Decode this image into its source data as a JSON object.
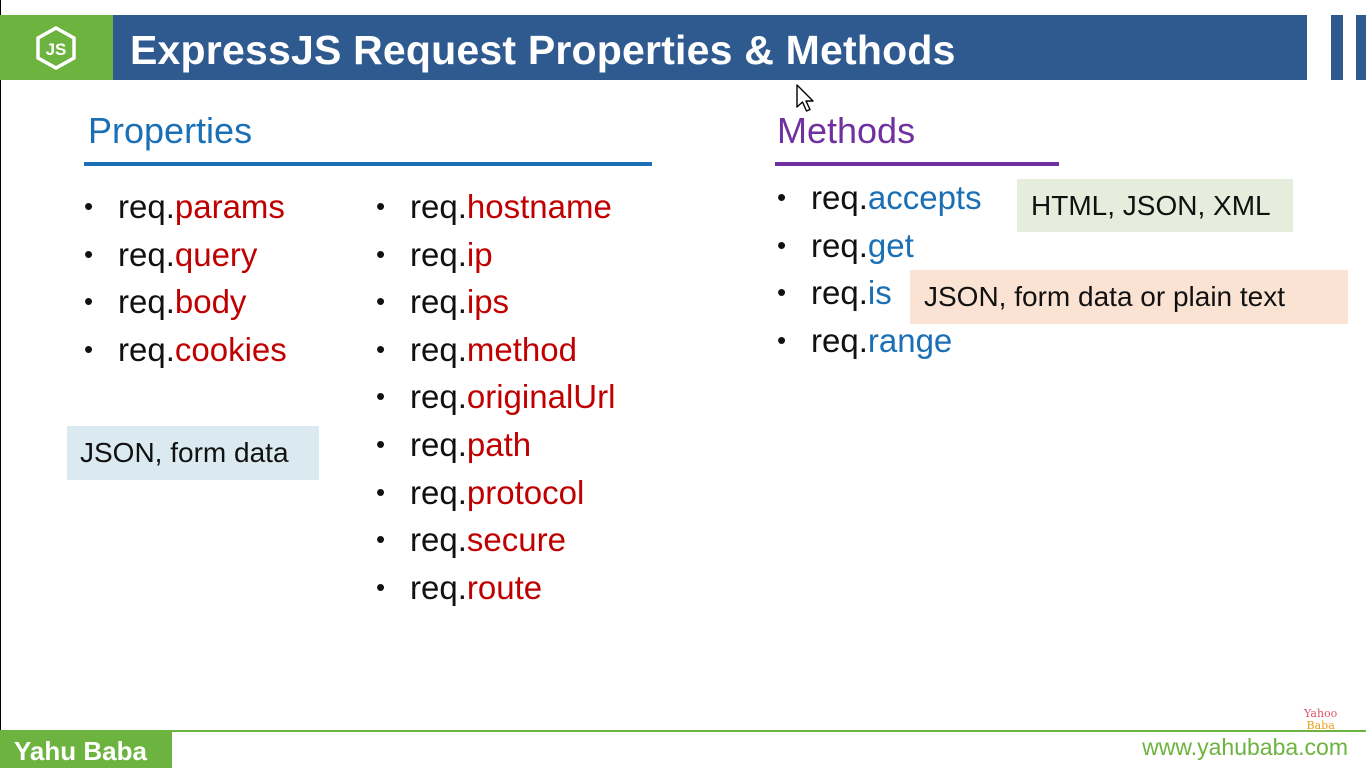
{
  "header": {
    "title": "ExpressJS Request Properties & Methods",
    "logo_text": "JS"
  },
  "properties": {
    "heading": "Properties",
    "col1": [
      {
        "prefix": "req.",
        "name": "params"
      },
      {
        "prefix": "req.",
        "name": "query"
      },
      {
        "prefix": "req.",
        "name": "body"
      },
      {
        "prefix": "req.",
        "name": "cookies"
      }
    ],
    "col2": [
      {
        "prefix": "req.",
        "name": "hostname"
      },
      {
        "prefix": "req.",
        "name": "ip"
      },
      {
        "prefix": "req.",
        "name": "ips"
      },
      {
        "prefix": "req.",
        "name": "method"
      },
      {
        "prefix": "req.",
        "name": "originalUrl"
      },
      {
        "prefix": "req.",
        "name": "path"
      },
      {
        "prefix": "req.",
        "name": "protocol"
      },
      {
        "prefix": "req.",
        "name": "secure"
      },
      {
        "prefix": "req.",
        "name": "route"
      }
    ],
    "note": "JSON, form data"
  },
  "methods": {
    "heading": "Methods",
    "items": [
      {
        "prefix": "req.",
        "name": "accepts"
      },
      {
        "prefix": "req.",
        "name": "get"
      },
      {
        "prefix": "req.",
        "name": "is"
      },
      {
        "prefix": "req.",
        "name": "range"
      }
    ],
    "accepts_note": "HTML, JSON, XML",
    "is_note": "JSON, form data or plain text"
  },
  "footer": {
    "badge": "Yahu Baba",
    "url": "www.yahubaba.com",
    "watermark_line1": "Yahoo",
    "watermark_line2": "Baba"
  },
  "colors": {
    "brand_green": "#6db33f",
    "header_blue": "#2f5a8f",
    "property_red": "#c00000",
    "method_blue": "#1a6fb5",
    "methods_purple": "#7030a0"
  },
  "bullet": "•"
}
